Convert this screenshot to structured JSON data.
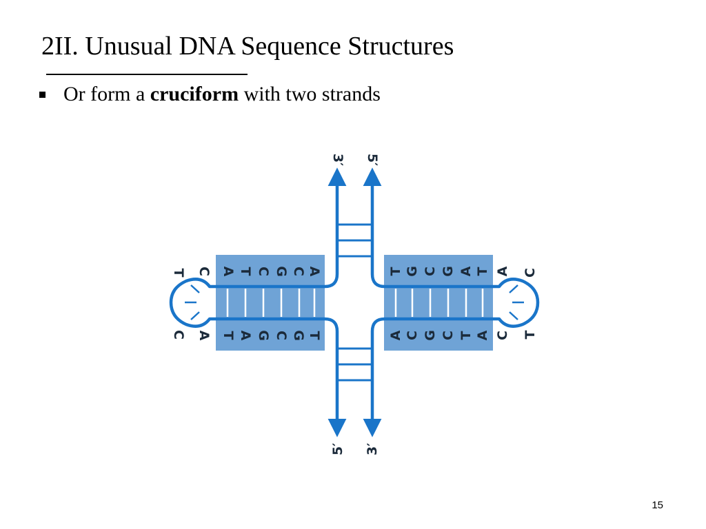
{
  "slide": {
    "title": "2II. Unusual DNA Sequence Structures",
    "page_number": "15"
  },
  "bullet": {
    "before": "Or form a ",
    "bold": "cruciform",
    "after": " with two strands"
  },
  "colors": {
    "strand": "#1a75c9",
    "box": "#6fa3d6",
    "box_text": "#1b2a3a",
    "tick": "#ffffff"
  },
  "diagram": {
    "ends": {
      "top_left": "3′",
      "top_right": "5′",
      "bottom_left": "5′",
      "bottom_right": "3′"
    },
    "left_arm": {
      "top_strand": [
        "A",
        "T",
        "C",
        "G",
        "C",
        "A"
      ],
      "bottom_strand": [
        "T",
        "A",
        "G",
        "C",
        "G",
        "T"
      ],
      "loop_top": [
        "T",
        "C"
      ],
      "loop_bottom": [
        "C",
        "A"
      ]
    },
    "right_arm": {
      "top_strand": [
        "T",
        "G",
        "C",
        "G",
        "A",
        "T"
      ],
      "bottom_strand": [
        "A",
        "C",
        "G",
        "C",
        "T",
        "A"
      ],
      "loop_top": [
        "A",
        "C"
      ],
      "loop_bottom": [
        "C",
        "T"
      ]
    }
  }
}
